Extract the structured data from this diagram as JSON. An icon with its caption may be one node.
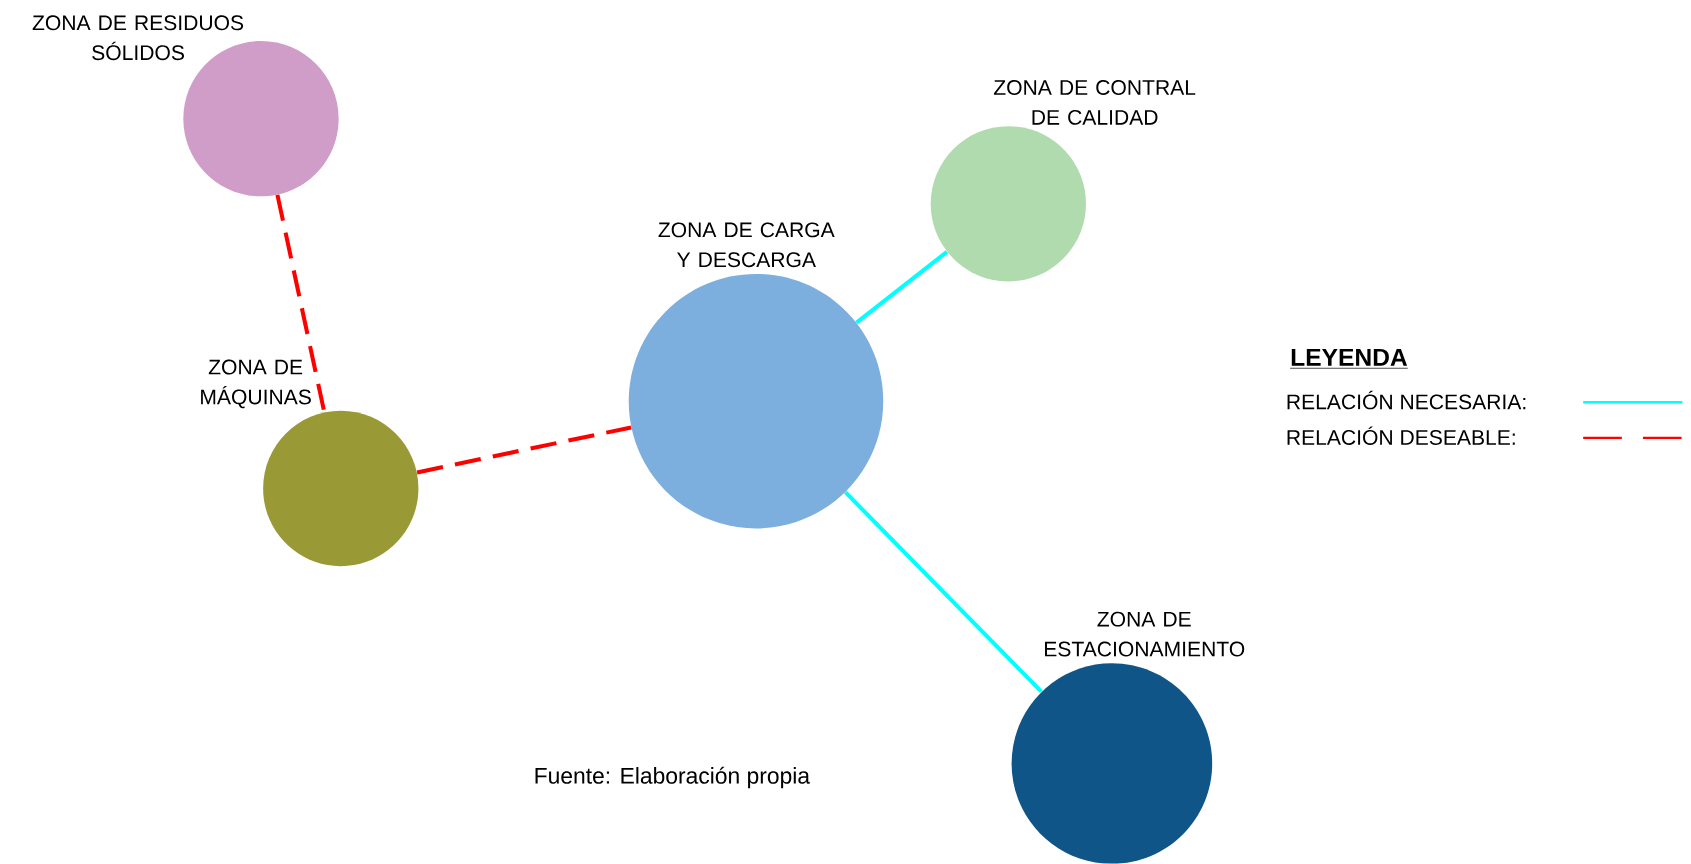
{
  "diagram": {
    "caption": "Fuente: Elaboración propia",
    "nodes": [
      {
        "text": [
          "ZONA DE RESIDUOS SÓLIDOS"
        ]
      },
      {
        "text": [
          "ZONA DE MÁQUINAS"
        ]
      },
      {
        "text": [
          "ZONA DE CARGA Y DESCARGA"
        ]
      },
      {
        "text": [
          "ZONA DE CONTRAL DE CALIDAD"
        ]
      },
      {
        "text": [
          "ZONA DE ESTACIONAMIENTO"
        ]
      }
    ],
    "edges": [
      {
        "from": 0,
        "to": 1,
        "arrow": "none",
        "style": "dashed",
        "color": "#ff0000"
      },
      {
        "from": 1,
        "to": 2,
        "arrow": "none",
        "style": "dashed",
        "color": "#ff0000"
      },
      {
        "from": 2,
        "to": 3,
        "arrow": "none",
        "color": "#00ffff"
      },
      {
        "from": 2,
        "to": 4,
        "arrow": "none",
        "color": "#00ffff"
      }
    ],
    "labels": [
      "LEYENDA"
    ],
    "legend": [
      {
        "text": "RELACIÓN NECESARIA:"
      },
      {
        "text": "RELACIÓN DESEABLE:"
      }
    ]
  }
}
